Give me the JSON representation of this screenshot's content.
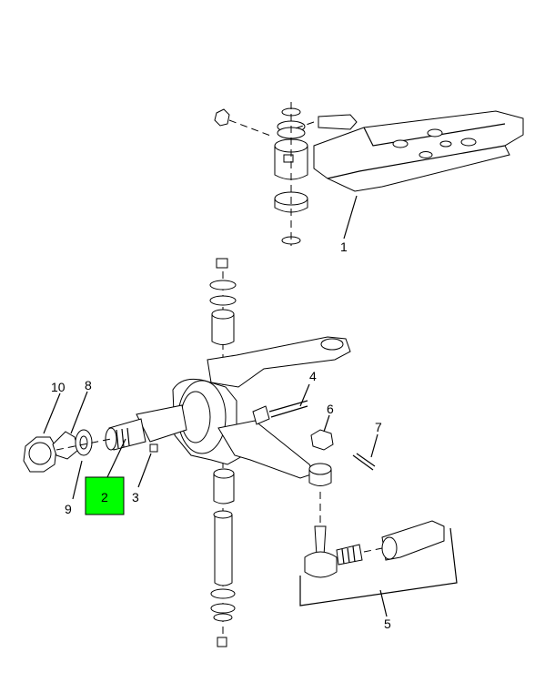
{
  "callouts": [
    {
      "id": "1",
      "label": "1"
    },
    {
      "id": "2",
      "label": "2",
      "highlighted": true
    },
    {
      "id": "3",
      "label": "3"
    },
    {
      "id": "4",
      "label": "4"
    },
    {
      "id": "5",
      "label": "5"
    },
    {
      "id": "6",
      "label": "6"
    },
    {
      "id": "7",
      "label": "7"
    },
    {
      "id": "8",
      "label": "8"
    },
    {
      "id": "9",
      "label": "9"
    },
    {
      "id": "10",
      "label": "10"
    }
  ],
  "colors": {
    "highlight": "#00ff00",
    "line": "#000000",
    "background": "#ffffff"
  }
}
